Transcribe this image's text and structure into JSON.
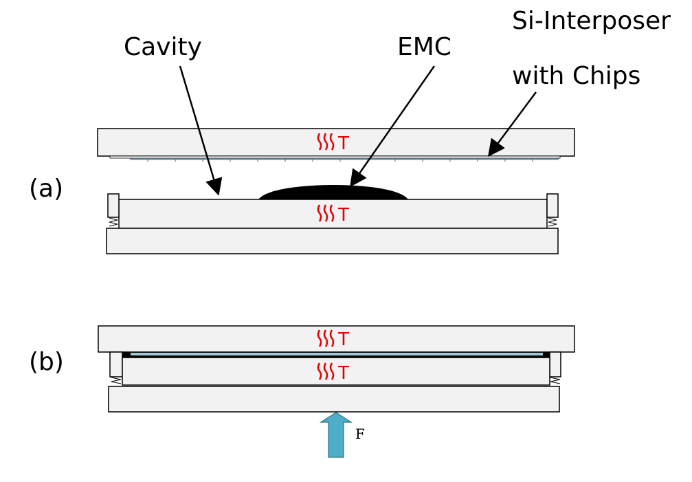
{
  "labels": {
    "cavity": "Cavity",
    "emc": "EMC",
    "interposer_line1": "Si-Interposer",
    "interposer_line2": "with Chips",
    "panel_a": "(a)",
    "panel_b": "(b)",
    "temperature": "T",
    "heat_symbol": "///",
    "force": "F"
  },
  "colors": {
    "plate_fill": "#f2f2f2",
    "outline": "#000000",
    "heat": "#e00000",
    "interposer": "#9fc8d6",
    "emc_fill": "#000000",
    "force_arrow": "#4eaec8"
  },
  "icons": {
    "heat": "wavy-heat-lines-icon",
    "force": "up-arrow-icon",
    "spring": "spring-icon"
  }
}
